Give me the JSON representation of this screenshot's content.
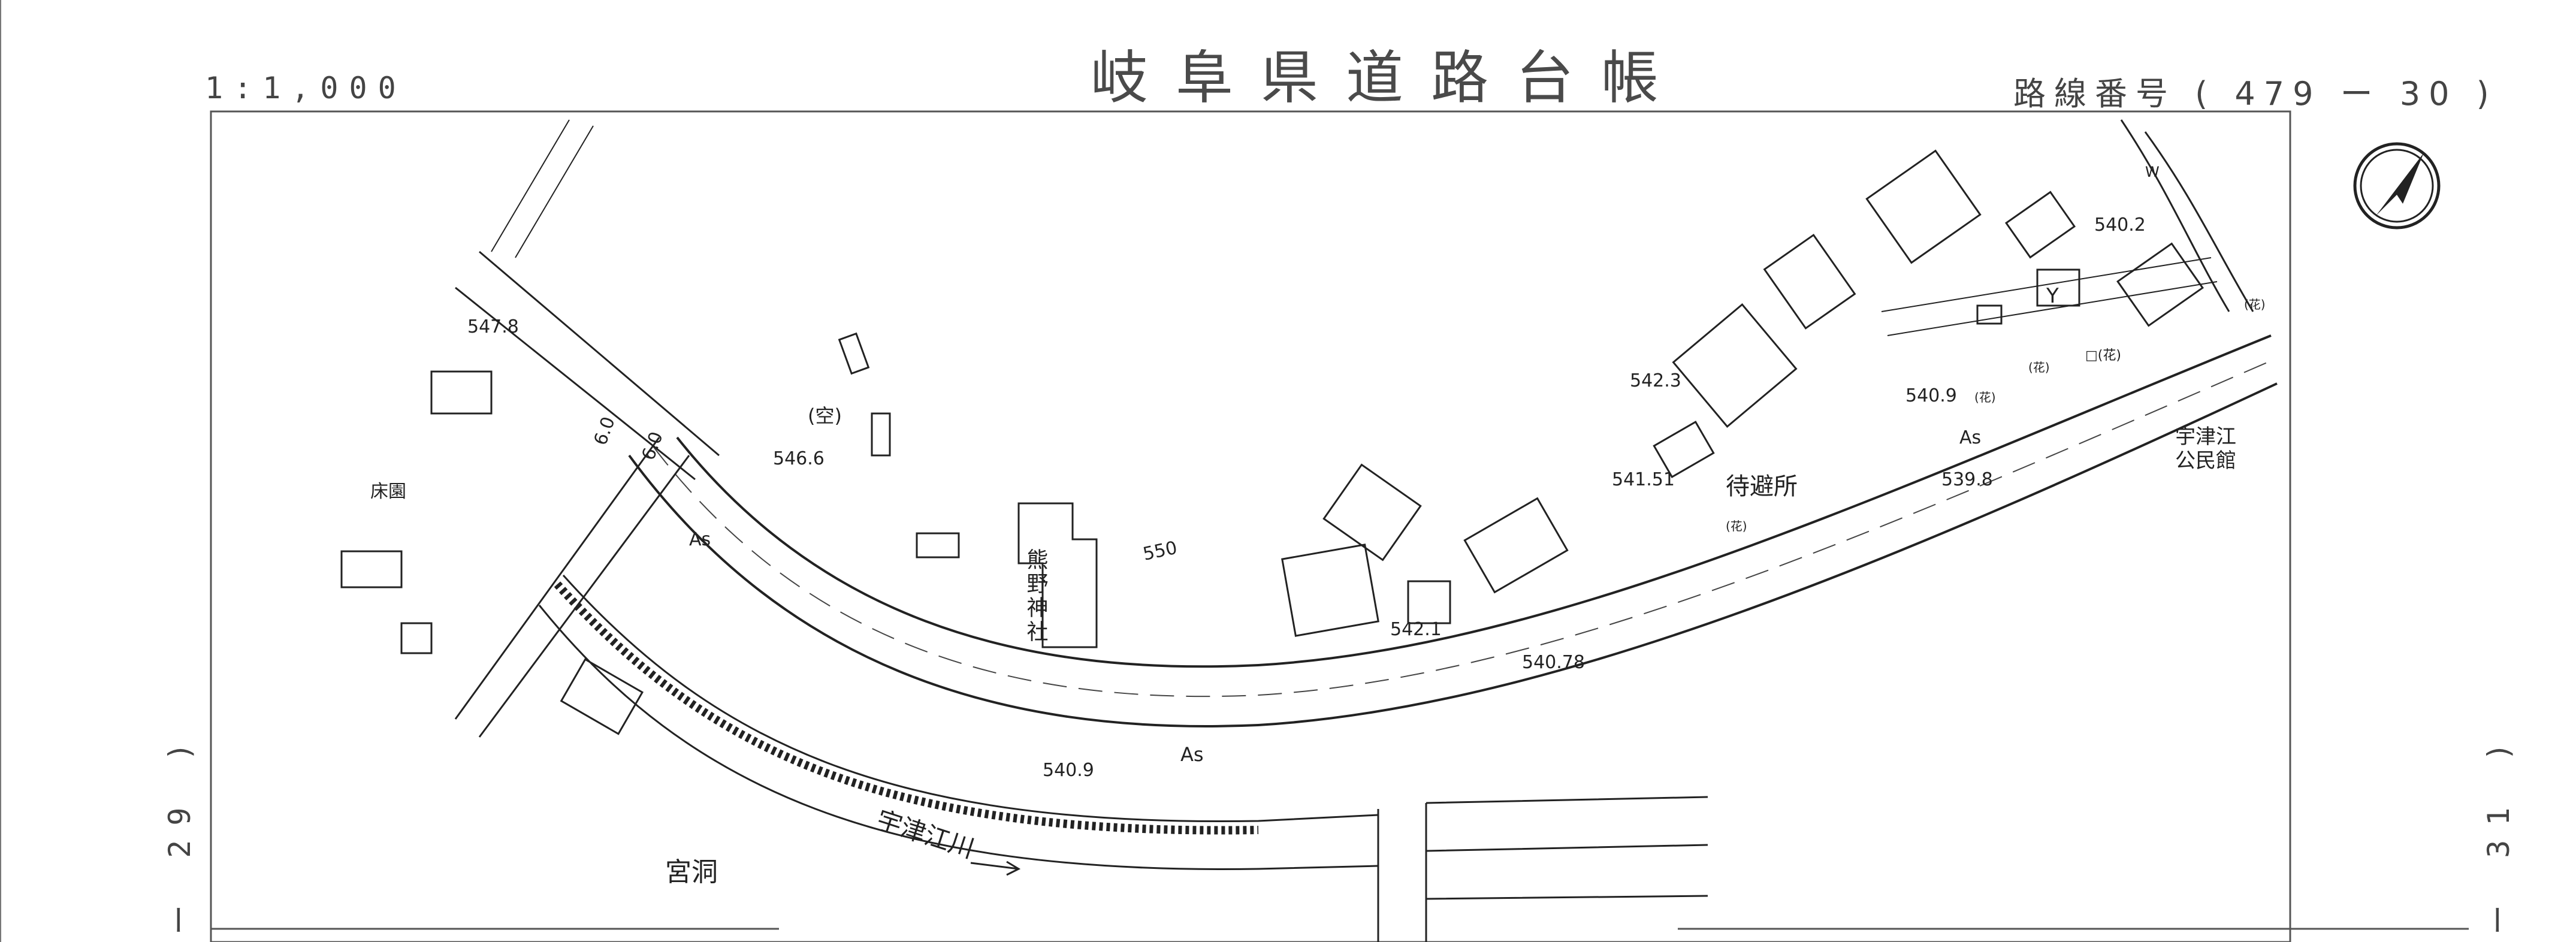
{
  "header": {
    "title": "岐阜県道路台帳",
    "scale": "1:1,000",
    "route_label": "路線番号",
    "route_number": "( 479 ー 30 )"
  },
  "side": {
    "left_sheet": "ー 29 )",
    "right_sheet": "ー 31 )"
  },
  "map": {
    "elevations": [
      "547.8",
      "546.6",
      "550",
      "542.3",
      "541.51",
      "540.2",
      "540.9",
      "539.8",
      "542.1",
      "540.78",
      "540.9"
    ],
    "places": {
      "shrine": "熊野神社",
      "vacant": "(空)",
      "shop": "床園",
      "waiting_area": "待避所",
      "hall_line1": "宇津江",
      "hall_line2": "公民館",
      "river": "宇津江川",
      "district": "宮洞"
    },
    "road_widths": [
      "6.0",
      "6.0"
    ],
    "pavement": [
      "As",
      "As",
      "As"
    ],
    "misc_marks": [
      "W",
      "Y",
      "(花)",
      "(花)",
      "(花)",
      "(花)",
      "□(花)"
    ],
    "north_arrow": "north-arrow-icon"
  }
}
